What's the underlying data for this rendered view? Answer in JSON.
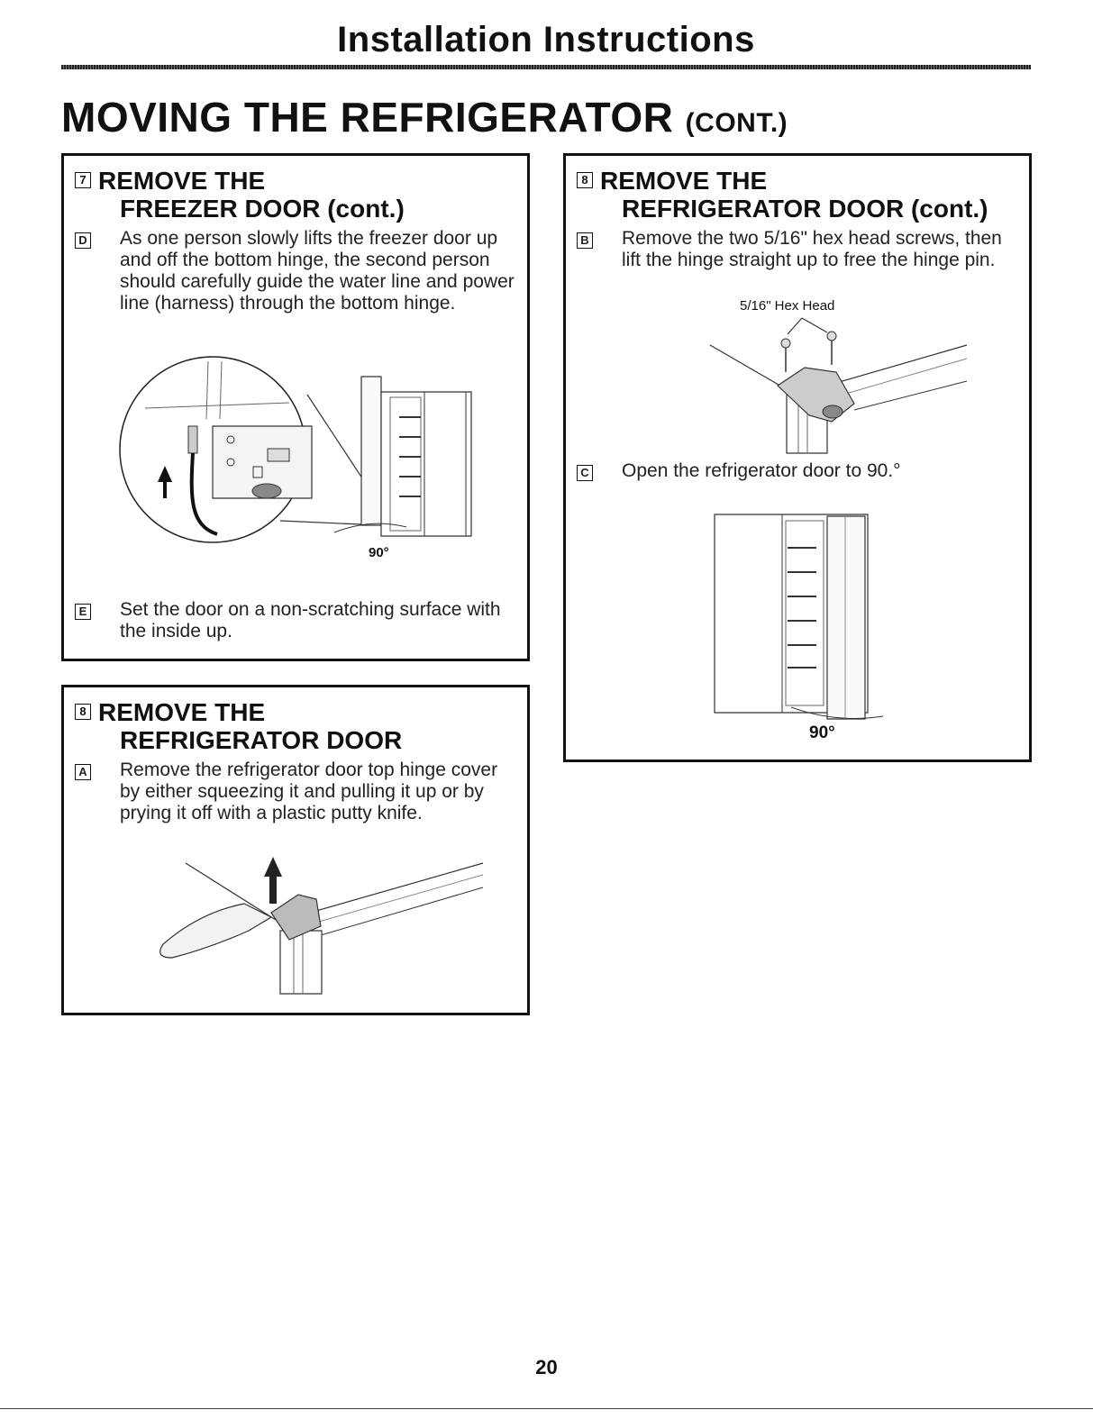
{
  "header": "Installation Instructions",
  "page_title": "MOVING THE REFRIGERATOR",
  "page_title_cont": "(CONT.)",
  "step7": {
    "num": "7",
    "heading_line1": "REMOVE THE",
    "heading_line2": "FREEZER DOOR (cont.)",
    "d": {
      "tag": "D",
      "text": "As one person slowly lifts the freezer door up and off the bottom hinge, the second person should carefully guide the water line and power line (harness) through the bottom hinge."
    },
    "angle_label": "90°",
    "e": {
      "tag": "E",
      "text": "Set the door on a non-scratching surface with the inside up."
    }
  },
  "step8a": {
    "num": "8",
    "heading_line1": "REMOVE THE",
    "heading_line2": "REFRIGERATOR DOOR",
    "a": {
      "tag": "A",
      "text": "Remove the refrigerator door top hinge cover by either squeezing it and pulling it up or by prying it off with a plastic putty knife."
    }
  },
  "step8b": {
    "num": "8",
    "heading_line1": "REMOVE THE",
    "heading_line2": "REFRIGERATOR DOOR (cont.)",
    "b": {
      "tag": "B",
      "text": "Remove the two 5/16\" hex head screws, then lift the hinge straight up to free the hinge pin."
    },
    "callout": "5/16\" Hex Head",
    "c": {
      "tag": "C",
      "text": "Open the refrigerator door to 90.°"
    },
    "angle_label": "90°"
  },
  "page_number": "20"
}
